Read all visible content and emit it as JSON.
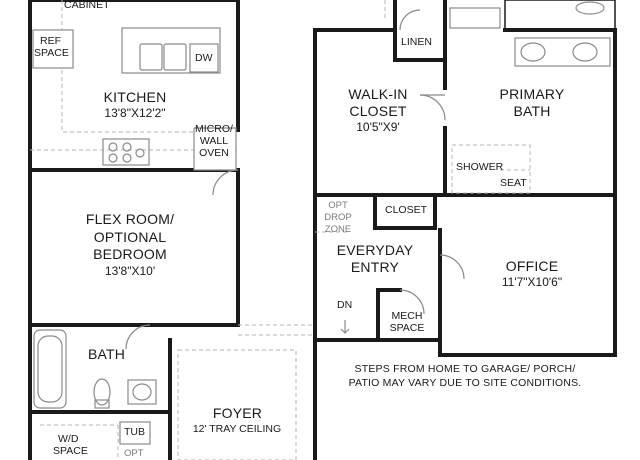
{
  "labels": {
    "cabinet": "CABINET",
    "ref_space_1": "REF",
    "ref_space_2": "SPACE",
    "dw": "DW",
    "kitchen": "KITCHEN",
    "kitchen_dim": "13'8\"X12'2\"",
    "micro_1": "MICRO/",
    "micro_2": "WALL",
    "micro_3": "OVEN",
    "flex_1": "FLEX ROOM/",
    "flex_2": "OPTIONAL",
    "flex_3": "BEDROOM",
    "flex_dim": "13'8\"X10'",
    "bath": "BATH",
    "wd_1": "W/D",
    "wd_2": "SPACE",
    "tub": "TUB",
    "opt": "OPT",
    "foyer": "FOYER",
    "foyer_dim": "12' TRAY CEILING",
    "linen": "LINEN",
    "walkin_1": "WALK-IN",
    "walkin_2": "CLOSET",
    "walkin_dim": "10'5\"X9'",
    "primary_1": "PRIMARY",
    "primary_2": "BATH",
    "shower": "SHOWER",
    "seat": "SEAT",
    "opt_drop_1": "OPT",
    "opt_drop_2": "DROP",
    "opt_drop_3": "ZONE",
    "closet": "CLOSET",
    "everyday_1": "EVERYDAY",
    "everyday_2": "ENTRY",
    "office": "OFFICE",
    "office_dim": "11'7\"X10'6\"",
    "dn": "DN",
    "mech_1": "MECH",
    "mech_2": "SPACE",
    "steps_1": "STEPS FROM HOME TO GARAGE/ PORCH/",
    "steps_2": "PATIO MAY VARY DUE TO SITE CONDITIONS."
  },
  "colors": {
    "wall": "#1a1a1a",
    "fixture": "#8a8a8a",
    "dashed": "#b5b5b5"
  }
}
